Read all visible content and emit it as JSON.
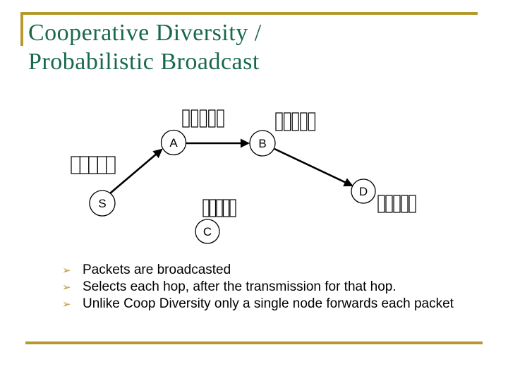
{
  "slide": {
    "title": {
      "line1": "Cooperative Diversity /",
      "line2": "Probabilistic Broadcast"
    },
    "colors": {
      "accent_gold": "#B5992F",
      "title_green": "#17684C",
      "text_black": "#000000"
    }
  },
  "diagram": {
    "nodes": [
      {
        "id": "S",
        "label": "S"
      },
      {
        "id": "A",
        "label": "A"
      },
      {
        "id": "B",
        "label": "B"
      },
      {
        "id": "C",
        "label": "C"
      },
      {
        "id": "D",
        "label": "D"
      }
    ],
    "edges": [
      {
        "from": "S",
        "to": "A"
      },
      {
        "from": "A",
        "to": "B"
      },
      {
        "from": "B",
        "to": "D"
      }
    ],
    "glyph_runs": [
      {
        "near": "S",
        "glyphs": "□□□□□"
      },
      {
        "near": "A",
        "glyphs": "□□□□□"
      },
      {
        "near": "B",
        "glyphs": "□□□□□"
      },
      {
        "near": "C",
        "glyphs": "□□□□□"
      },
      {
        "near": "D",
        "glyphs": "□□□□□"
      }
    ]
  },
  "bullets": {
    "marker": "➢",
    "items": [
      "Packets are broadcasted",
      "Selects each hop, after the transmission for that hop.",
      "Unlike Coop Diversity only a single node forwards each packet"
    ]
  }
}
